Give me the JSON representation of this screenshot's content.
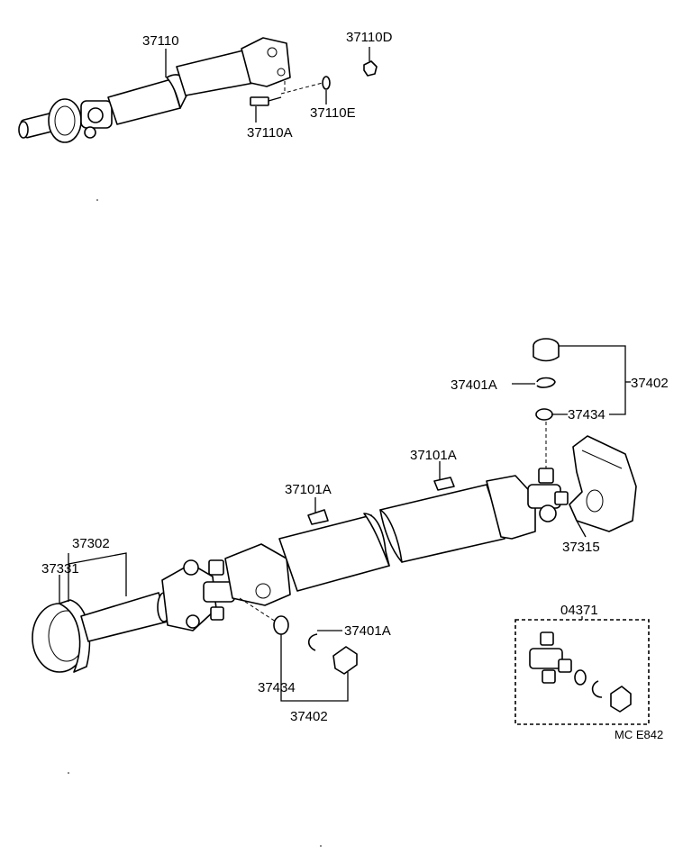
{
  "labels": {
    "p37110": "37110",
    "p37110D": "37110D",
    "p37110E": "37110E",
    "p37110A": "37110A",
    "p37402_upper": "37402",
    "p37401A_upper": "37401A",
    "p37434_upper": "37434",
    "p37101A_right": "37101A",
    "p37101A_left": "37101A",
    "p37315": "37315",
    "p37302": "37302",
    "p37331": "37331",
    "p37401A_lower": "37401A",
    "p37434_lower": "37434",
    "p37402_lower": "37402",
    "p04371": "04371",
    "catalog_code": "MC  E842"
  }
}
